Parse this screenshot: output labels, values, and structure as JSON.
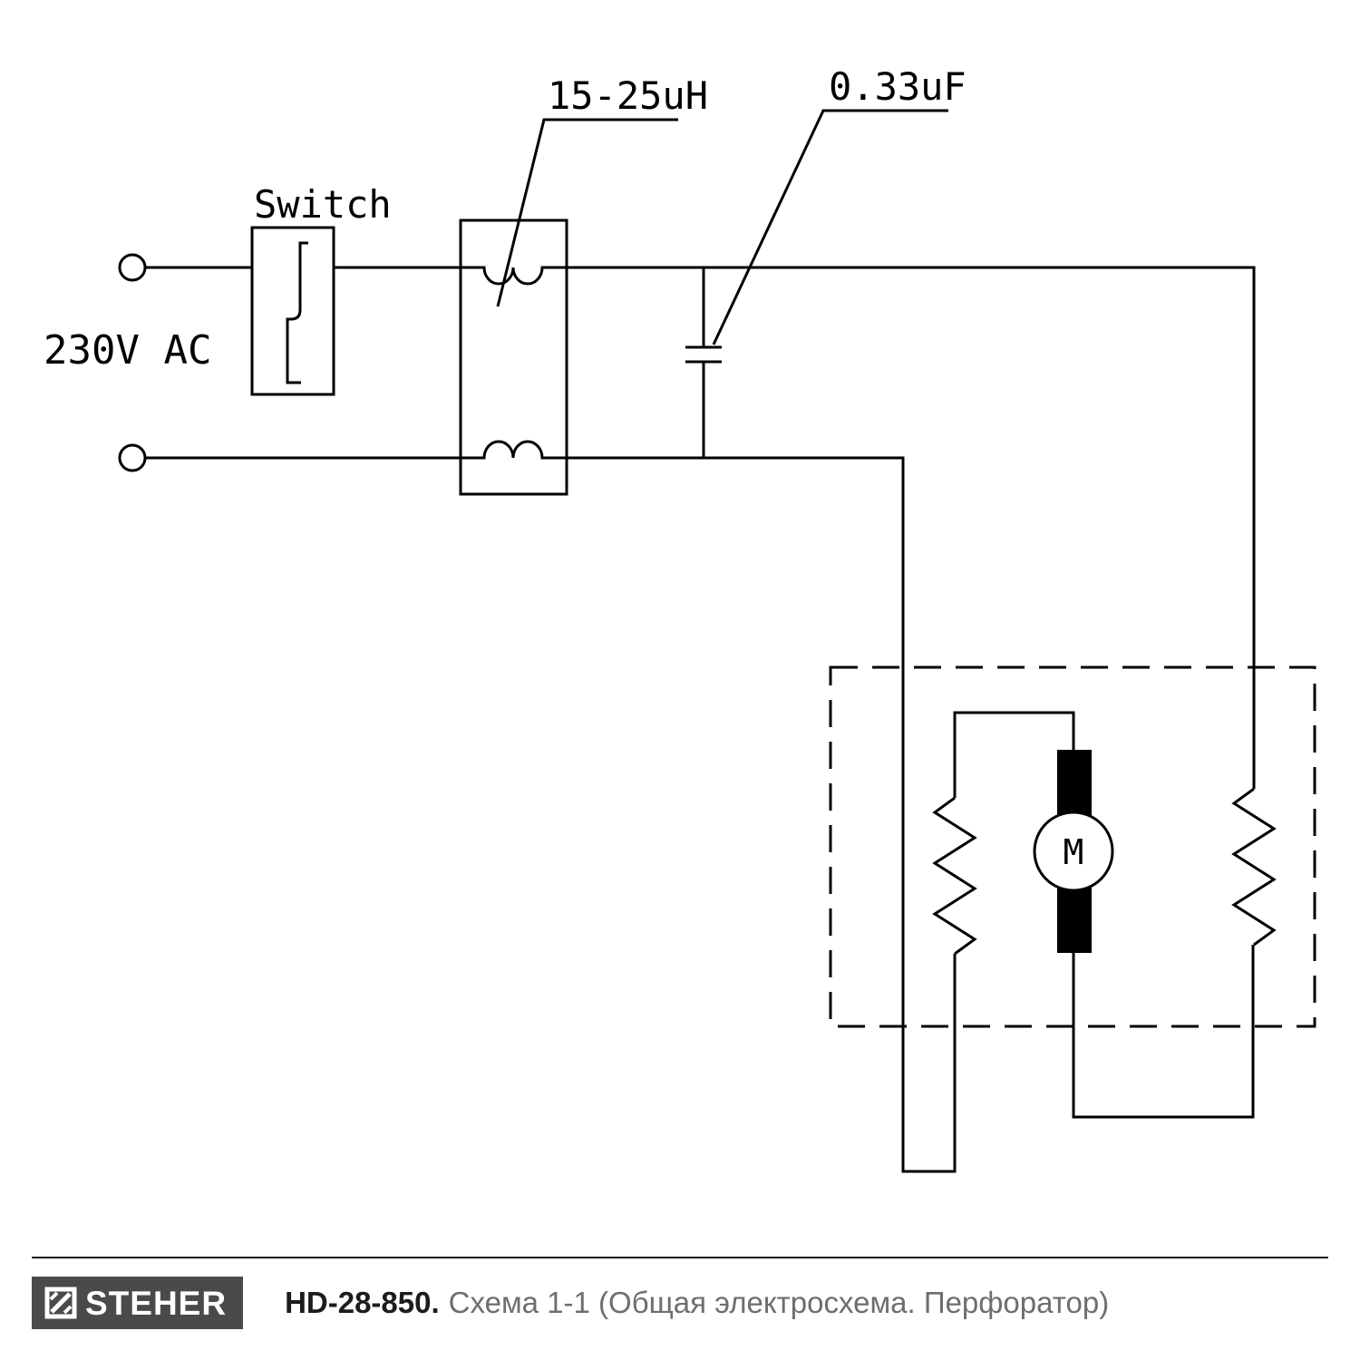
{
  "diagram": {
    "labels": {
      "source": "230V AC",
      "switch": "Switch",
      "inductor": "15-25uH",
      "capacitor": "0.33uF",
      "motor": "M"
    }
  },
  "footer": {
    "brand": "STEHER",
    "model": "HD-28-850.",
    "description": "Схема 1-1 (Общая электросхема. Перфоратор)"
  },
  "colors": {
    "line": "#000000",
    "background": "#ffffff",
    "logo_background": "#4a4a4a",
    "logo_text": "#ffffff",
    "model_text": "#1c1c1c",
    "description_text": "#6e6e6e"
  }
}
